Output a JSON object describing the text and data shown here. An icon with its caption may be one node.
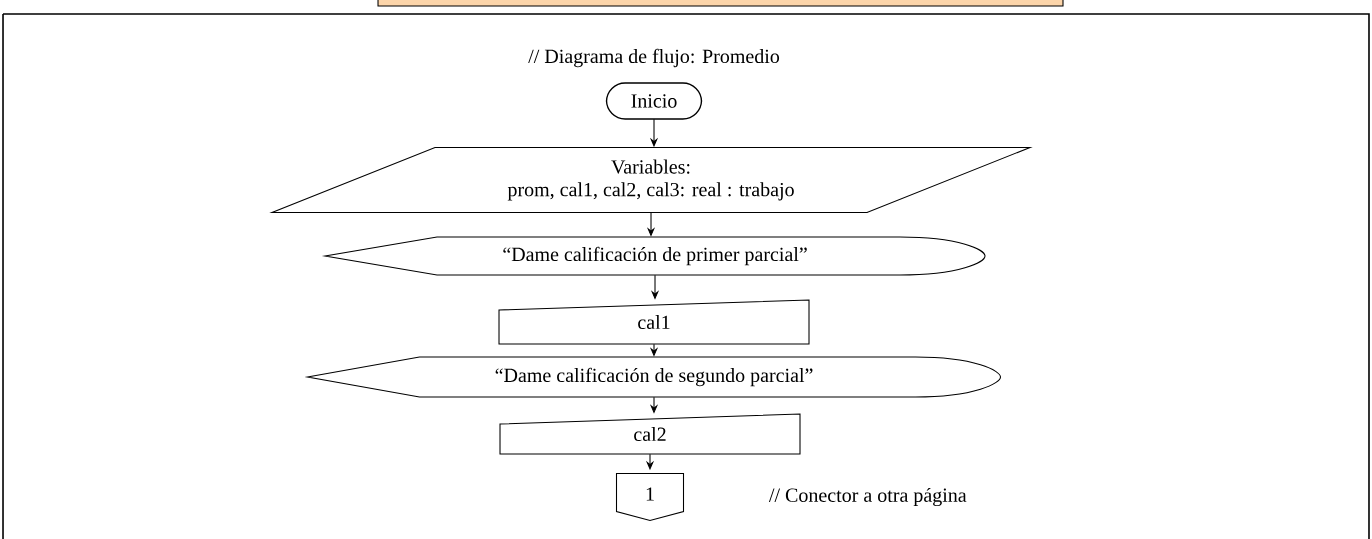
{
  "diagram": {
    "title": "// Diagrama de flujo: Promedio",
    "nodes": [
      {
        "text": [
          "Inicio"
        ]
      },
      {
        "text": [
          "Variables:",
          "prom, cal1, cal2, cal3: real : trabajo"
        ]
      },
      {
        "text": [
          "“Dame calificación de primer parcial”"
        ]
      },
      {
        "text": [
          "cal1"
        ]
      },
      {
        "text": [
          "“Dame calificación de segundo parcial”"
        ]
      },
      {
        "text": [
          "cal2"
        ]
      },
      {
        "text": [
          "1"
        ]
      }
    ],
    "labels": [
      "// Conector a otra página"
    ],
    "edges": [
      {
        "from": 0,
        "to": 1,
        "arrow": "to"
      },
      {
        "from": 1,
        "to": 2,
        "arrow": "to"
      },
      {
        "from": 2,
        "to": 3,
        "arrow": "to"
      },
      {
        "from": 3,
        "to": 4,
        "arrow": "to"
      },
      {
        "from": 4,
        "to": 5,
        "arrow": "to"
      },
      {
        "from": 5,
        "to": 6,
        "arrow": "to"
      }
    ]
  }
}
